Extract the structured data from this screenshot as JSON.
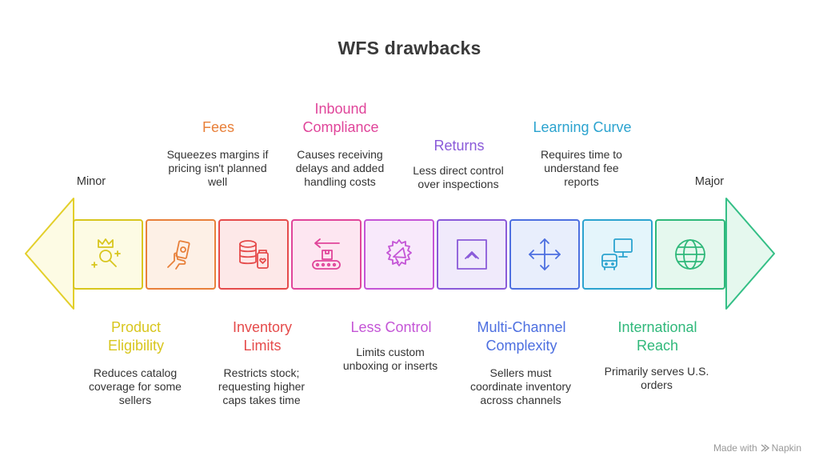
{
  "title": "WFS drawbacks",
  "scale": {
    "left": "Minor",
    "right": "Major"
  },
  "items": [
    {
      "heading": "Product\nEligibility",
      "desc": "Reduces catalog coverage for some sellers",
      "color": "#d8c61e",
      "fill": "#fdfbe4",
      "icon": "crown-magnifier-icon"
    },
    {
      "heading": "Fees",
      "desc": "Squeezes margins if pricing isn't planned well",
      "color": "#e8803a",
      "fill": "#fdf0e6",
      "icon": "hand-cash-icon"
    },
    {
      "heading": "Inventory\nLimits",
      "desc": "Restricts stock; requesting higher caps takes time",
      "color": "#e54b4b",
      "fill": "#fde8e8",
      "icon": "database-jar-icon"
    },
    {
      "heading": "Inbound\nCompliance",
      "desc": "Causes receiving delays and added handling costs",
      "color": "#e0459a",
      "fill": "#fde6f1",
      "icon": "conveyor-icon"
    },
    {
      "heading": "Less Control",
      "desc": "Limits custom unboxing or inserts",
      "color": "#c455d6",
      "fill": "#f8e9fb",
      "icon": "megaphone-icon"
    },
    {
      "heading": "Returns",
      "desc": "Less direct control over inspections",
      "color": "#8a5ad9",
      "fill": "#f0eafb",
      "icon": "chevron-up-box-icon"
    },
    {
      "heading": "Multi-Channel\nComplexity",
      "desc": "Sellers must coordinate inventory across channels",
      "color": "#4d6fe0",
      "fill": "#e8eefc",
      "icon": "move-arrows-icon"
    },
    {
      "heading": "Learning Curve",
      "desc": "Requires time to understand fee reports",
      "color": "#2ba3cf",
      "fill": "#e4f5fb",
      "icon": "monitor-bus-icon"
    },
    {
      "heading": "International\nReach",
      "desc": "Primarily serves U.S. orders",
      "color": "#2fb87a",
      "fill": "#e5f8ee",
      "icon": "globe-icon"
    }
  ],
  "arrow_colors": {
    "left": "#e3cf2a",
    "left_fill": "#fdfbe4",
    "right": "#34bf86",
    "right_fill": "#e5f8ee"
  },
  "footer": {
    "made_with": "Made with",
    "brand": "Napkin"
  }
}
